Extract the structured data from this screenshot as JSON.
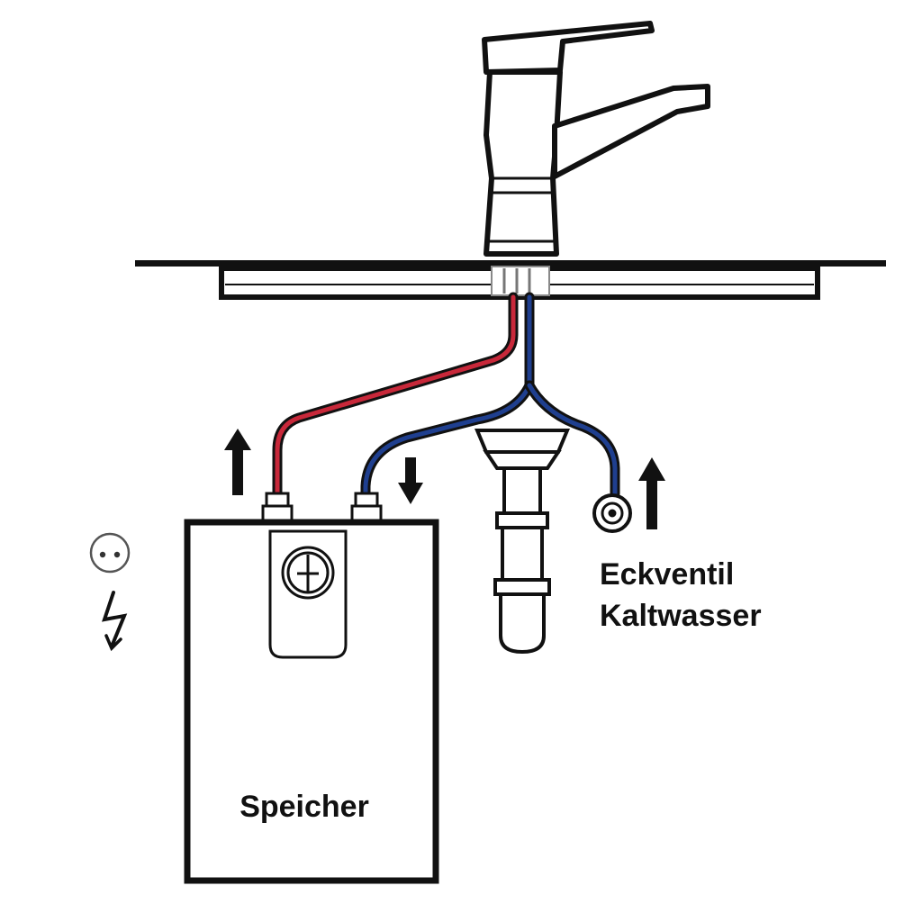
{
  "labels": {
    "storage_tank": "Speicher",
    "angle_valve_line1": "Eckventil",
    "angle_valve_line2": "Kaltwasser"
  },
  "colors": {
    "outline": "#111111",
    "hot_pipe": "#c8283a",
    "cold_pipe": "#1f3f8f",
    "background": "#ffffff"
  },
  "icons": {
    "power_socket": "power-socket-icon",
    "electric_bolt": "lightning-bolt-icon"
  }
}
